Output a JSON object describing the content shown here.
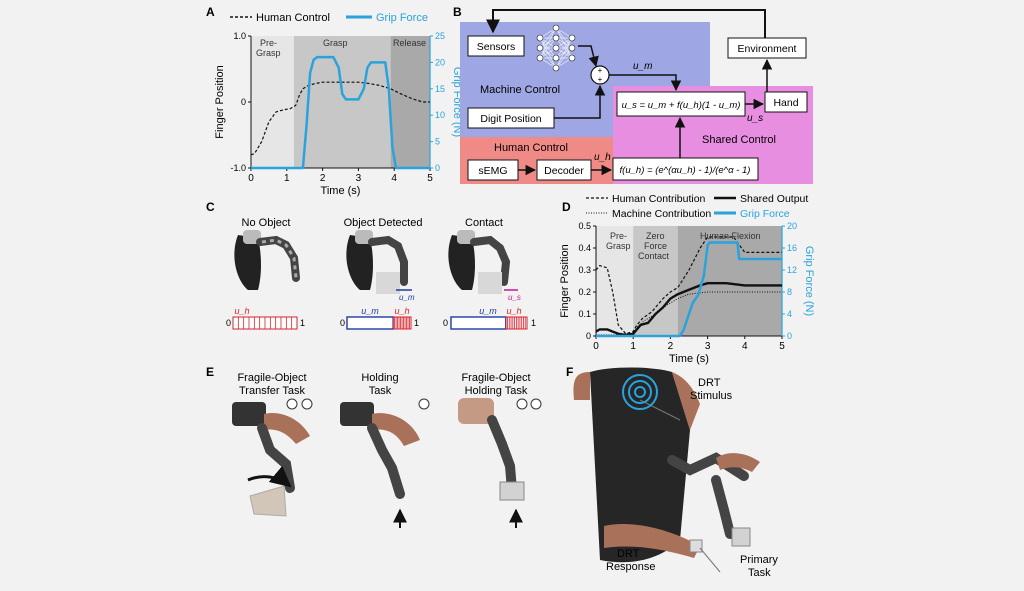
{
  "colors": {
    "machine_bg": "#9ea7e3",
    "human_bg": "#f08a86",
    "shared_bg": "#e88ee0",
    "grip_force": "#2aa3dc",
    "mark_blue": "#1f3aa6",
    "mark_red": "#d8222e",
    "mark_magenta": "#c2189a"
  },
  "panel_labels": {
    "a": "A",
    "b": "B",
    "c": "C",
    "d": "D",
    "e": "E",
    "f": "F"
  },
  "panel_a": {
    "legend_human": "Human Control",
    "legend_grip": "Grip Force",
    "phase_pregrasp_1": "Pre-",
    "phase_pregrasp_2": "Grasp",
    "phase_grasp": "Grasp",
    "phase_release": "Release"
  },
  "panel_b": {
    "sensors": "Sensors",
    "digit_position": "Digit Position",
    "machine_control": "Machine Control",
    "human_control": "Human Control",
    "semg": "sEMG",
    "decoder": "Decoder",
    "environment": "Environment",
    "hand": "Hand",
    "shared_control": "Shared Control",
    "eq_us": "u_s = u_m + f(u_h)(1 - u_m)",
    "eq_f": "f(u_h) = (e^(αu_h) - 1)/(e^α - 1)",
    "lbl_um": "u_m",
    "lbl_uh": "u_h",
    "lbl_us": "u_s",
    "plus_top": "+",
    "plus_bottom": "+"
  },
  "panel_c": {
    "title_no_object": "No Object",
    "title_detected": "Object Detected",
    "title_contact": "Contact",
    "bar_min": "0",
    "bar_max": "1",
    "lbl_uh": "u_h",
    "lbl_um": "u_m",
    "lbl_us": "u_s"
  },
  "panel_d": {
    "legend_human": "Human Contribution",
    "legend_shared": "Shared Output",
    "legend_machine": "Machine Contribution",
    "legend_grip": "Grip Force",
    "phase_pregrasp_1": "Pre-",
    "phase_pregrasp_2": "Grasp",
    "phase_zero_1": "Zero",
    "phase_zero_2": "Force",
    "phase_zero_3": "Contact",
    "phase_flexion": "Human Flexion"
  },
  "panel_e": {
    "task1_line1": "Fragile-Object",
    "task1_line2": "Transfer Task",
    "task2_line1": "Holding",
    "task2_line2": "Task",
    "task3_line1": "Fragile-Object",
    "task3_line2": "Holding Task"
  },
  "panel_f": {
    "stimulus_1": "DRT",
    "stimulus_2": "Stimulus",
    "response_1": "DRT",
    "response_2": "Response",
    "primary_1": "Primary",
    "primary_2": "Task"
  },
  "chart_data": [
    {
      "type": "line",
      "panel": "A",
      "xlabel": "Time (s)",
      "ylabel": "Finger Position",
      "ylabel_right": "Grip Force (N)",
      "xlim": [
        0,
        5
      ],
      "ylim": [
        -1.0,
        1.0
      ],
      "ylim_right": [
        0,
        25
      ],
      "x_ticks": [
        "0",
        "1",
        "2",
        "3",
        "4",
        "5"
      ],
      "y_ticks": [
        "-1.0",
        "0",
        "1.0"
      ],
      "y_ticks_right": [
        "0",
        "5",
        "10",
        "15",
        "20",
        "25"
      ],
      "phases": [
        {
          "name": "Pre-Grasp",
          "start": 0,
          "end": 1.2
        },
        {
          "name": "Grasp",
          "start": 1.2,
          "end": 3.9
        },
        {
          "name": "Release",
          "start": 3.9,
          "end": 5
        }
      ],
      "series": [
        {
          "name": "Human Control",
          "axis": "left",
          "style": "dashed",
          "x": [
            0,
            0.1,
            0.3,
            0.5,
            0.7,
            0.9,
            1.1,
            1.25,
            1.35,
            1.45,
            1.6,
            1.8,
            2.0,
            2.5,
            3.0,
            3.3,
            3.6,
            3.9,
            4.2,
            4.5,
            4.8,
            5.0
          ],
          "y": [
            -0.8,
            -0.78,
            -0.6,
            -0.3,
            -0.15,
            -0.12,
            -0.1,
            -0.05,
            0.1,
            0.2,
            0.25,
            0.28,
            0.3,
            0.3,
            0.3,
            0.28,
            0.25,
            0.2,
            0.12,
            0.05,
            0.0,
            0.0
          ]
        },
        {
          "name": "Grip Force",
          "axis": "right",
          "style": "solid",
          "x": [
            0,
            1.45,
            1.55,
            1.65,
            1.75,
            1.85,
            2.3,
            2.45,
            2.55,
            2.65,
            3.0,
            3.15,
            3.25,
            3.35,
            3.75,
            3.85,
            3.95,
            4.05,
            5.0
          ],
          "y": [
            0,
            0,
            8,
            18,
            20.5,
            21,
            21,
            19,
            14,
            13,
            13,
            15,
            19,
            20,
            20,
            15,
            4,
            0,
            0
          ]
        }
      ]
    },
    {
      "type": "line",
      "panel": "D",
      "xlabel": "Time (s)",
      "ylabel": "Finger Position",
      "ylabel_right": "Grip Force (N)",
      "xlim": [
        0,
        5
      ],
      "ylim": [
        0,
        0.5
      ],
      "ylim_right": [
        0,
        20
      ],
      "x_ticks": [
        "0",
        "1",
        "2",
        "3",
        "4",
        "5"
      ],
      "y_ticks": [
        "0",
        "0.1",
        "0.2",
        "0.3",
        "0.4",
        "0.5"
      ],
      "y_ticks_right": [
        "0",
        "4",
        "8",
        "12",
        "16",
        "20"
      ],
      "phases": [
        {
          "name": "Pre-Grasp",
          "start": 0,
          "end": 1.0
        },
        {
          "name": "Zero Force Contact",
          "start": 1.0,
          "end": 2.2
        },
        {
          "name": "Human Flexion",
          "start": 2.2,
          "end": 5
        }
      ],
      "series": [
        {
          "name": "Human Contribution",
          "axis": "left",
          "style": "dashed",
          "x": [
            0,
            0.1,
            0.3,
            0.45,
            0.6,
            0.8,
            1.0,
            1.1,
            1.25,
            1.5,
            1.8,
            2.0,
            2.2,
            2.5,
            2.8,
            3.0,
            3.3,
            3.7,
            4.0,
            4.5,
            5.0
          ],
          "y": [
            0.3,
            0.32,
            0.31,
            0.2,
            0.05,
            0.01,
            0.02,
            0.05,
            0.08,
            0.11,
            0.17,
            0.2,
            0.22,
            0.3,
            0.4,
            0.45,
            0.45,
            0.45,
            0.38,
            0.38,
            0.38
          ]
        },
        {
          "name": "Shared Output",
          "axis": "left",
          "style": "solid",
          "x": [
            0,
            0.1,
            0.3,
            0.45,
            0.6,
            0.8,
            1.0,
            1.1,
            1.2,
            1.4,
            1.6,
            1.8,
            2.0,
            2.2,
            2.5,
            2.8,
            3.0,
            3.5,
            4.0,
            4.5,
            5.0
          ],
          "y": [
            0.02,
            0.03,
            0.03,
            0.02,
            0.01,
            0.005,
            0.01,
            0.03,
            0.05,
            0.06,
            0.1,
            0.13,
            0.17,
            0.19,
            0.21,
            0.23,
            0.24,
            0.24,
            0.23,
            0.23,
            0.23
          ]
        },
        {
          "name": "Machine Contribution",
          "axis": "left",
          "style": "dotted",
          "x": [
            0,
            0.5,
            1.0,
            1.1,
            1.3,
            1.6,
            1.9,
            2.2,
            2.5,
            3.0,
            3.5,
            4.0,
            4.5,
            5.0
          ],
          "y": [
            0.005,
            0.005,
            0.01,
            0.04,
            0.07,
            0.1,
            0.14,
            0.17,
            0.19,
            0.2,
            0.2,
            0.2,
            0.2,
            0.2
          ]
        },
        {
          "name": "Grip Force",
          "axis": "right",
          "style": "solid",
          "x": [
            0,
            2.25,
            2.35,
            2.45,
            2.6,
            2.75,
            2.9,
            3.0,
            3.05,
            3.8,
            3.85,
            4.0,
            4.5,
            5.0
          ],
          "y": [
            0,
            0,
            1.0,
            3.0,
            6.0,
            7.5,
            11.0,
            16.5,
            17.0,
            17.0,
            14.0,
            14.0,
            14.0,
            14.0
          ]
        }
      ]
    }
  ]
}
